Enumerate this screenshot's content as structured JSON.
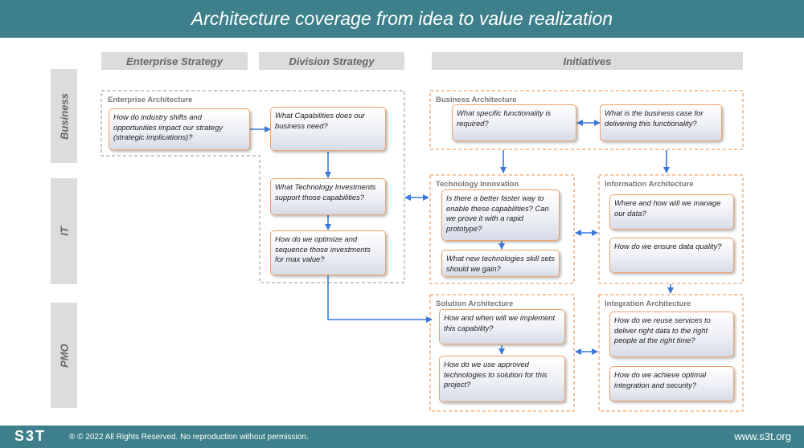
{
  "title": "Architecture coverage from idea to value realization",
  "columns": {
    "enterprise_strategy": "Enterprise Strategy",
    "division_strategy": "Division Strategy",
    "initiatives": "Initiatives"
  },
  "rows": {
    "business": "Business",
    "it": "IT",
    "pmo": "PMO"
  },
  "sections": {
    "enterprise_architecture": "Enterprise Architecture",
    "business_architecture": "Business Architecture",
    "technology_innovation": "Technology Innovation",
    "information_architecture": "Information Architecture",
    "solution_architecture": "Solution Architecture",
    "integration_architecture": "Integration Architecture"
  },
  "questions": {
    "industry_shifts": "How do industry shifts and opportunities impact our strategy (strategic implications)?",
    "capabilities": "What Capabilities does our business need?",
    "tech_investments": "What Technology Investments support those capabilities?",
    "optimize_sequence": "How do we optimize and sequence those investments for max value?",
    "specific_functionality": "What specific functionality is required?",
    "business_case": "What is the business case for delivering this functionality?",
    "better_faster": "Is there a better faster way to enable these capabilities? Can we prove it with a rapid prototype?",
    "skill_sets": "What new technologies skill sets should we gain?",
    "manage_data": "Where and how will we manage our data?",
    "data_quality": "How do we ensure data quality?",
    "implement_when": "How and when will we implement this capability?",
    "approved_tech": "How do we use approved technologies to solution for this project?",
    "reuse_services": "How do we reuse services to deliver right data to the right people at the right time?",
    "optimal_integration": "How do we achieve optimal integration and security?"
  },
  "footer": {
    "logo": "S3T",
    "copyright": "® © 2022 All Rights Reserved. No reproduction without permission.",
    "website": "www.s3t.org"
  },
  "colors": {
    "header_bar": "#3d7f8a",
    "arrow": "#3b78dc",
    "box_border": "#f0a36a",
    "dashed_gray": "#aaaaaa",
    "dashed_orange": "#f0a36a",
    "label_bg": "#dcdcdc"
  }
}
